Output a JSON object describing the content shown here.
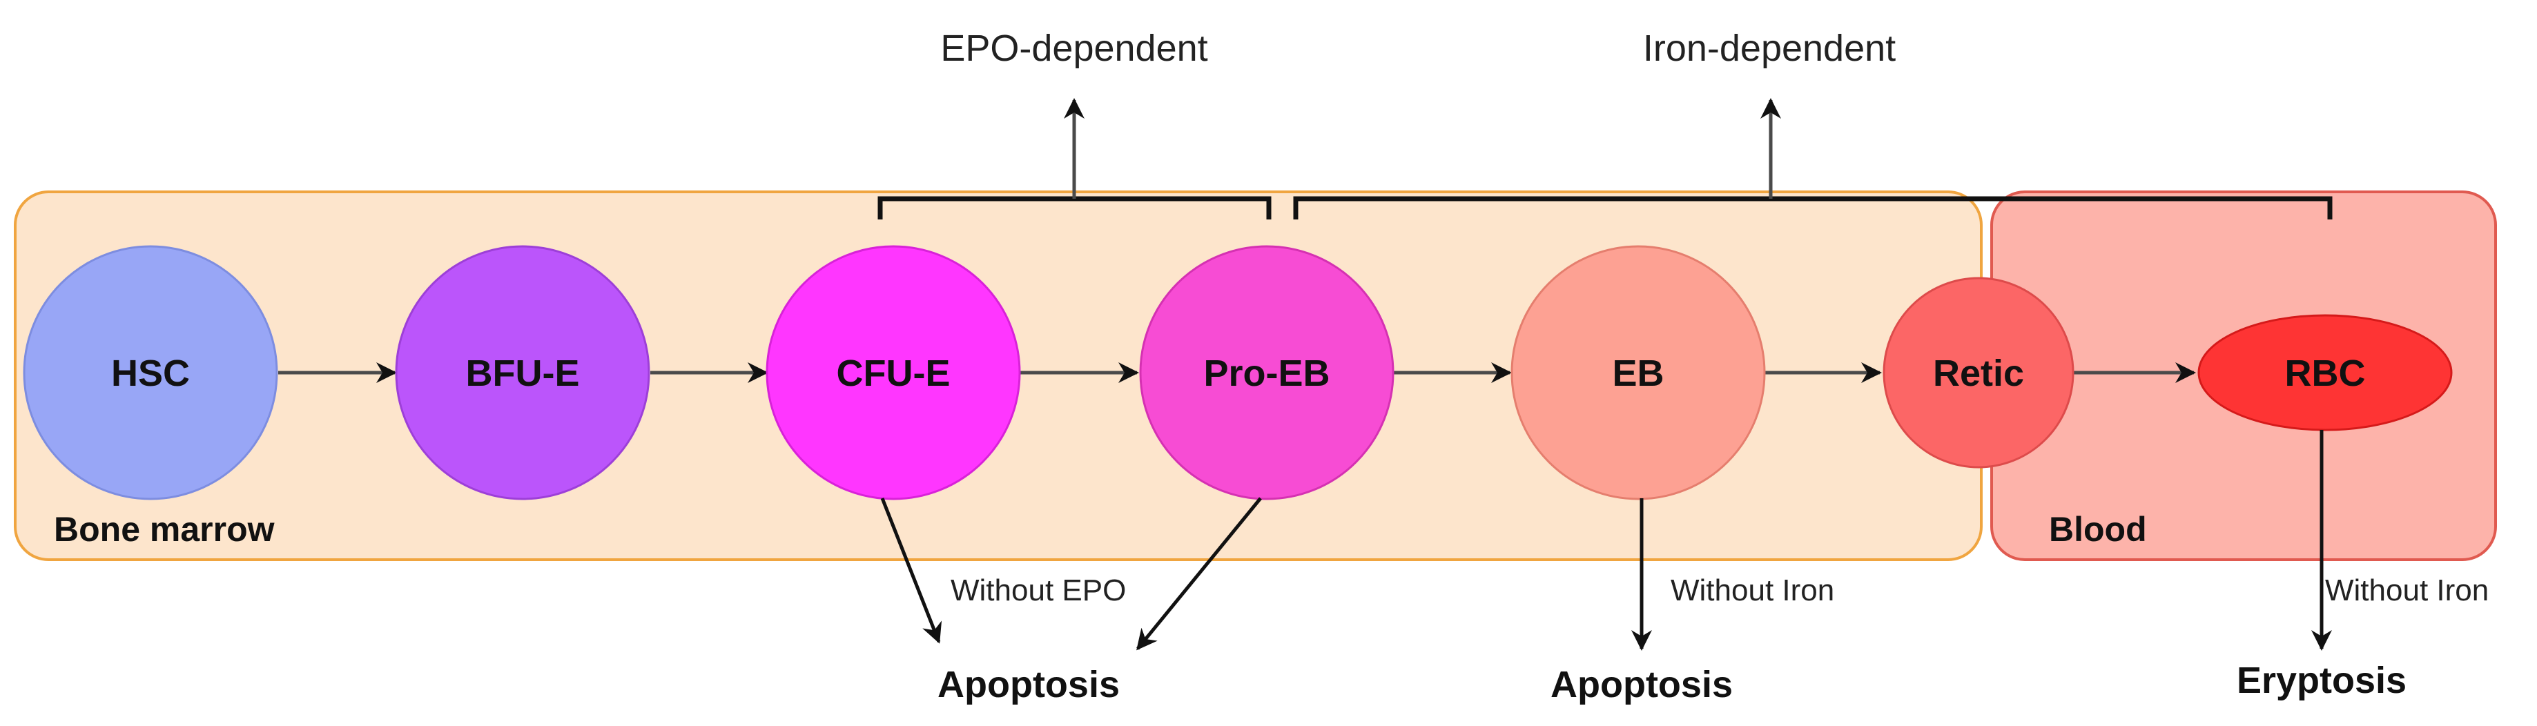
{
  "regions": {
    "bone_marrow": {
      "label": "Bone marrow",
      "fill": "#fde5cc",
      "stroke": "#f0a540"
    },
    "blood": {
      "label": "Blood",
      "fill": "#fdb3aa",
      "stroke": "#e05a50"
    }
  },
  "nodes": [
    {
      "id": "hsc",
      "label": "HSC",
      "fill": "#98a6f6",
      "stroke": "#7d8de0"
    },
    {
      "id": "bfue",
      "label": "BFU-E",
      "fill": "#bb55fb",
      "stroke": "#9d3fd8"
    },
    {
      "id": "cfue",
      "label": "CFU-E",
      "fill": "#ff36ff",
      "stroke": "#d822d8"
    },
    {
      "id": "proeb",
      "label": "Pro-EB",
      "fill": "#f74cd4",
      "stroke": "#d531b2"
    },
    {
      "id": "eb",
      "label": "EB",
      "fill": "#fda193",
      "stroke": "#e57e6e"
    },
    {
      "id": "retic",
      "label": "Retic",
      "fill": "#fc6666",
      "stroke": "#dd4b4b"
    },
    {
      "id": "rbc",
      "label": "RBC",
      "fill": "#fe3434",
      "stroke": "#d51a1a"
    }
  ],
  "dependencies": {
    "epo": "EPO-dependent",
    "iron": "Iron-dependent"
  },
  "conditions": {
    "without_epo": "Without EPO",
    "without_iron_eb": "Without Iron",
    "without_iron_rbc": "Without Iron"
  },
  "outcomes": {
    "apoptosis_1": "Apoptosis",
    "apoptosis_2": "Apoptosis",
    "eryptosis": "Eryptosis"
  },
  "colors": {
    "arrow": "#111111",
    "flow_arrow": "#4a4a4a"
  }
}
